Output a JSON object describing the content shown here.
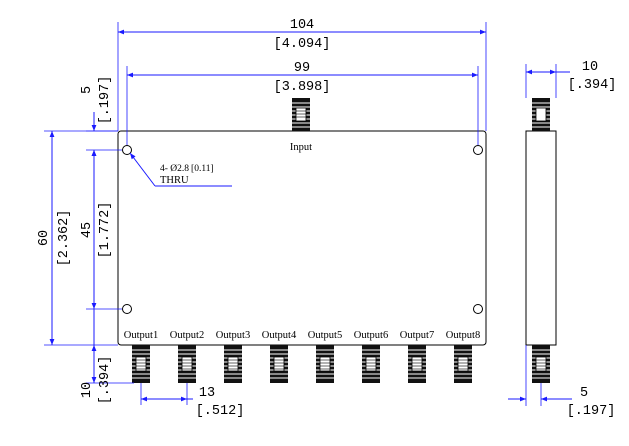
{
  "dimensions": {
    "overall_width": {
      "mm": "104",
      "inch": "[4.094]"
    },
    "hole_spacing_x": {
      "mm": "99",
      "inch": "[3.898]"
    },
    "hole_offset_top": {
      "mm": "5",
      "inch": "[.197]"
    },
    "overall_height": {
      "mm": "60",
      "inch": "[2.362]"
    },
    "hole_spacing_y": {
      "mm": "45",
      "inch": "[1.772]"
    },
    "connector_length": {
      "mm": "10",
      "inch": "[.394]"
    },
    "connector_pitch": {
      "mm": "13",
      "inch": "[.512]"
    },
    "thickness": {
      "mm": "10",
      "inch": "[.394]"
    },
    "side_offset": {
      "mm": "5",
      "inch": "[.197]"
    }
  },
  "hole_note": {
    "spec": "4-  Ø2.8",
    "inch": "[0.11]",
    "type": "THRU"
  },
  "input_label": "Input",
  "outputs": [
    "Output1",
    "Output2",
    "Output3",
    "Output4",
    "Output5",
    "Output6",
    "Output7",
    "Output8"
  ],
  "colors": {
    "dimension_lines": "#1a1aff",
    "outline": "#000000",
    "connector": "#111111"
  }
}
